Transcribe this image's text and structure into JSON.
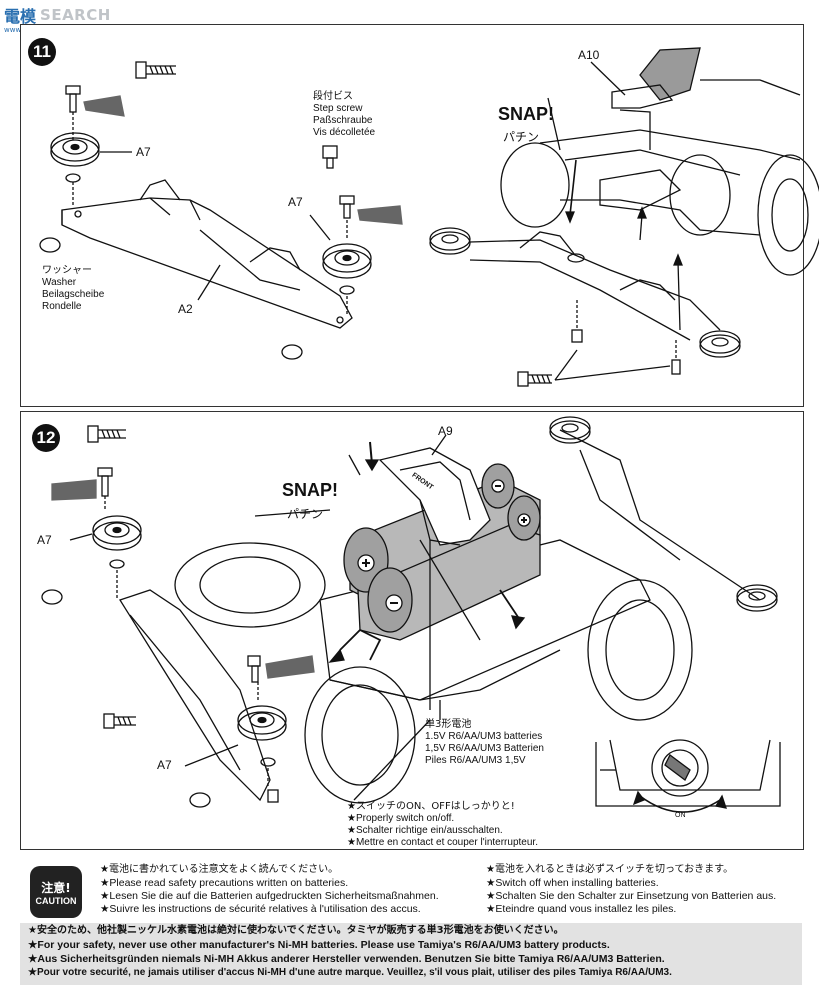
{
  "watermark": {
    "logo": "電模",
    "text": "SEARCH",
    "url": "www.hobbysearch.jp"
  },
  "step11": {
    "number": "11",
    "labels": {
      "a7_left": "A7",
      "a7_right": "A7",
      "a2": "A2",
      "a10": "A10",
      "step_screw": [
        "段付ビス",
        "Step screw",
        "Paßschraube",
        "Vis décolletée"
      ],
      "washer": [
        "ワッシャー",
        "Washer",
        "Beilagscheibe",
        "Rondelle"
      ],
      "snap": "SNAP!",
      "snap_jp": "パチン"
    }
  },
  "step12": {
    "number": "12",
    "labels": {
      "a7_top": "A7",
      "a7_bottom": "A7",
      "a9": "A9",
      "front": "FRONT",
      "snap": "SNAP!",
      "snap_jp": "パチン",
      "battery": [
        "単3形電池",
        "1.5V R6/AA/UM3 batteries",
        "1,5V R6/AA/UM3 Batterien",
        "Piles R6/AA/UM3 1,5V"
      ],
      "switch": [
        "★スイッチのON、OFFはしっかりと!",
        "★Properly switch on/off.",
        "★Schalter richtige ein/ausschalten.",
        "★Mettre en contact et couper l'interrupteur."
      ],
      "switch_on": "ON"
    }
  },
  "caution": {
    "badge_jp": "注意!",
    "badge_en": "CAUTION",
    "left": [
      "★電池に書かれている注意文をよく読んでください。",
      "★Please read safety precautions written on batteries.",
      "★Lesen Sie die auf die Batterien aufgedruckten Sicherheitsmaßnahmen.",
      "★Suivre les instructions de sécurité relatives à l'utilisation des accus."
    ],
    "right": [
      "★電池を入れるときは必ずスイッチを切っておきます。",
      "★Switch off when installing batteries.",
      "★Schalten Sie den Schalter zur Einsetzung von Batterien aus.",
      "★Eteindre quand vous installez les piles."
    ],
    "bottom": [
      "★安全のため、他社製ニッケル水素電池は絶対に使わないでください。タミヤが販売する単3形電池をお使いください。",
      "★For your safety, never use other manufacturer's Ni-MH batteries. Please use Tamiya's R6/AA/UM3 battery products.",
      "★Aus Sicherheitsgründen niemals Ni-MH Akkus anderer Hersteller verwenden. Benutzen Sie bitte Tamiya R6/AA/UM3 Batterien.",
      "★Pour votre securité, ne jamais utiliser d'accus Ni-MH d'une autre marque. Veuillez, s'il vous plait, utiliser des piles Tamiya R6/AA/UM3."
    ]
  }
}
